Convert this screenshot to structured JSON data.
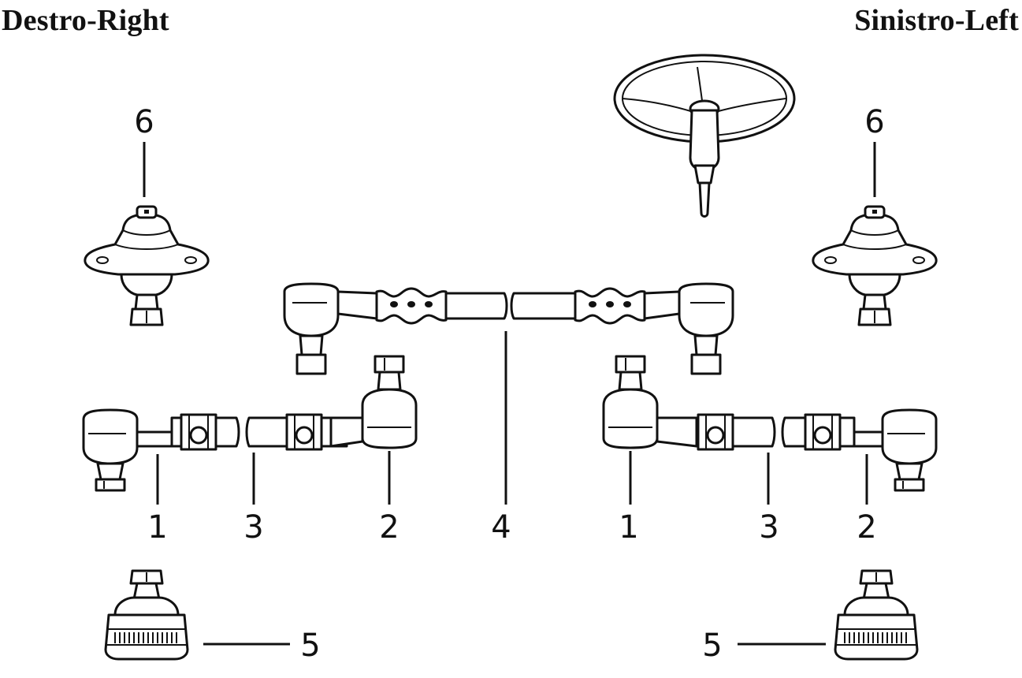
{
  "header": {
    "left_label": "Destro-Right",
    "right_label": "Sinistro-Left"
  },
  "callouts": {
    "n1": "1",
    "n2": "2",
    "n3": "3",
    "n4": "4",
    "n5": "5",
    "n6": "6"
  },
  "parts": {
    "steering_wheel": "steering-wheel",
    "upper_ball_joint": "upper-ball-joint",
    "lower_ball_joint": "lower-ball-joint",
    "centre_track_rod": "centre-track-rod",
    "outer_track_rod": "outer-track-rod"
  }
}
